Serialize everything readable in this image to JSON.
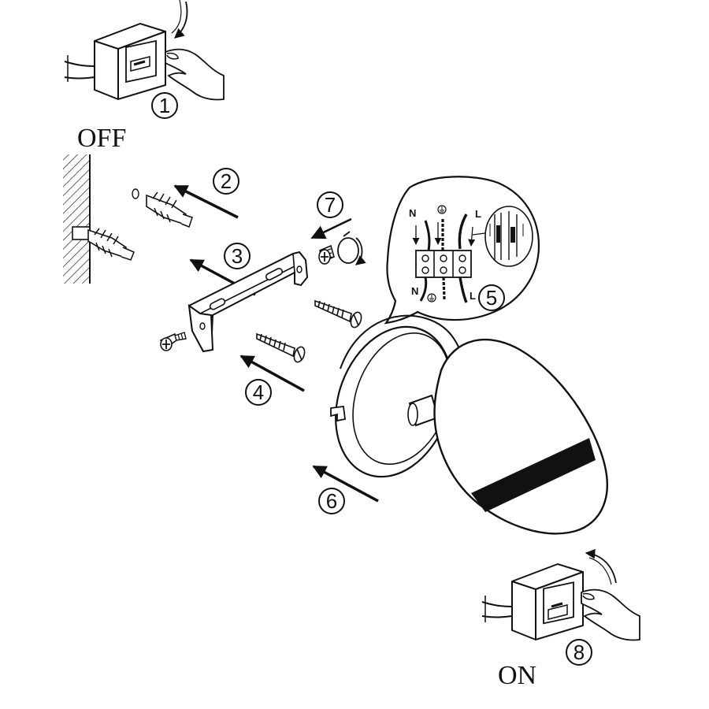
{
  "labels": {
    "off": "OFF",
    "on": "ON"
  },
  "steps": [
    "1",
    "2",
    "3",
    "4",
    "5",
    "6",
    "7",
    "8"
  ],
  "wiring": {
    "neutral": "N",
    "live": "L"
  },
  "icons": {
    "earth": "earth-ground-icon",
    "rotate": "rotate-clockwise-icon"
  },
  "colors": {
    "ink": "#111111",
    "background": "#ffffff"
  }
}
